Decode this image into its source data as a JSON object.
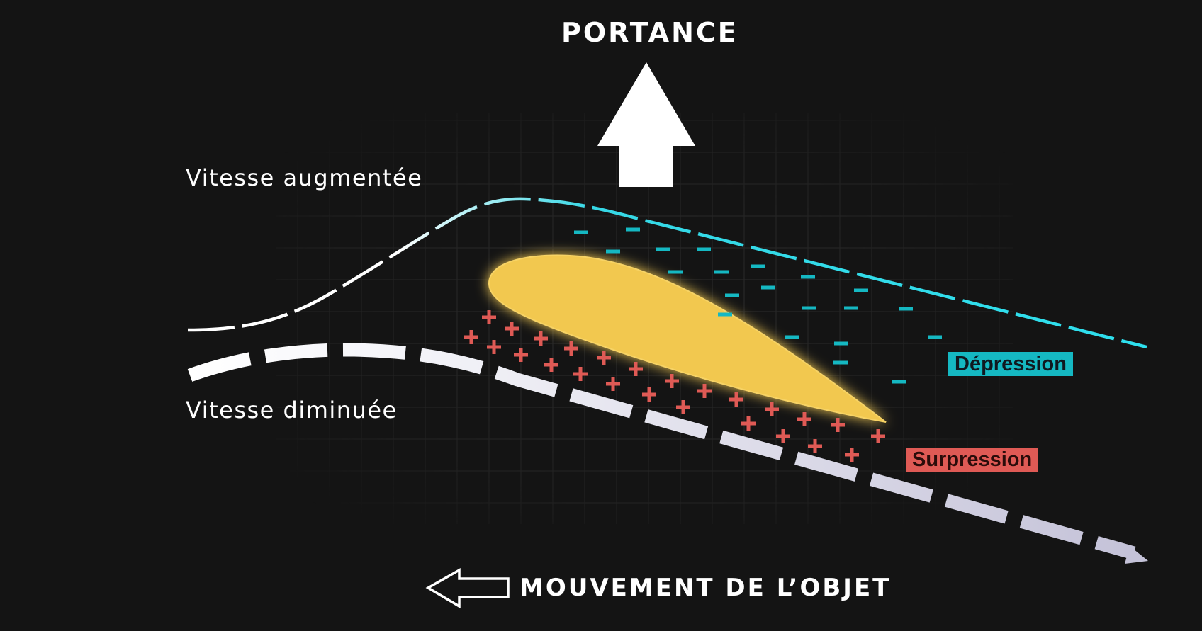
{
  "title": "PORTANCE",
  "labels": {
    "speed_increased": "Vitesse augmentée",
    "speed_decreased": "Vitesse diminuée",
    "depression": "Dépression",
    "overpressure": "Surpression",
    "movement": "MOUVEMENT DE L’OBJET"
  },
  "symbols": {
    "low_pressure": "−",
    "high_pressure": "+"
  },
  "colors": {
    "background": "#141414",
    "airfoil": "#f2c84f",
    "depression": "#15b8c2",
    "upper_flow": "#36d8e6",
    "overpressure": "#df5a55",
    "lower_flow": "#c9c8db",
    "text": "#ffffff"
  },
  "icons": {
    "lift_arrow": "arrow-up-icon",
    "movement_arrow": "arrow-left-icon"
  }
}
